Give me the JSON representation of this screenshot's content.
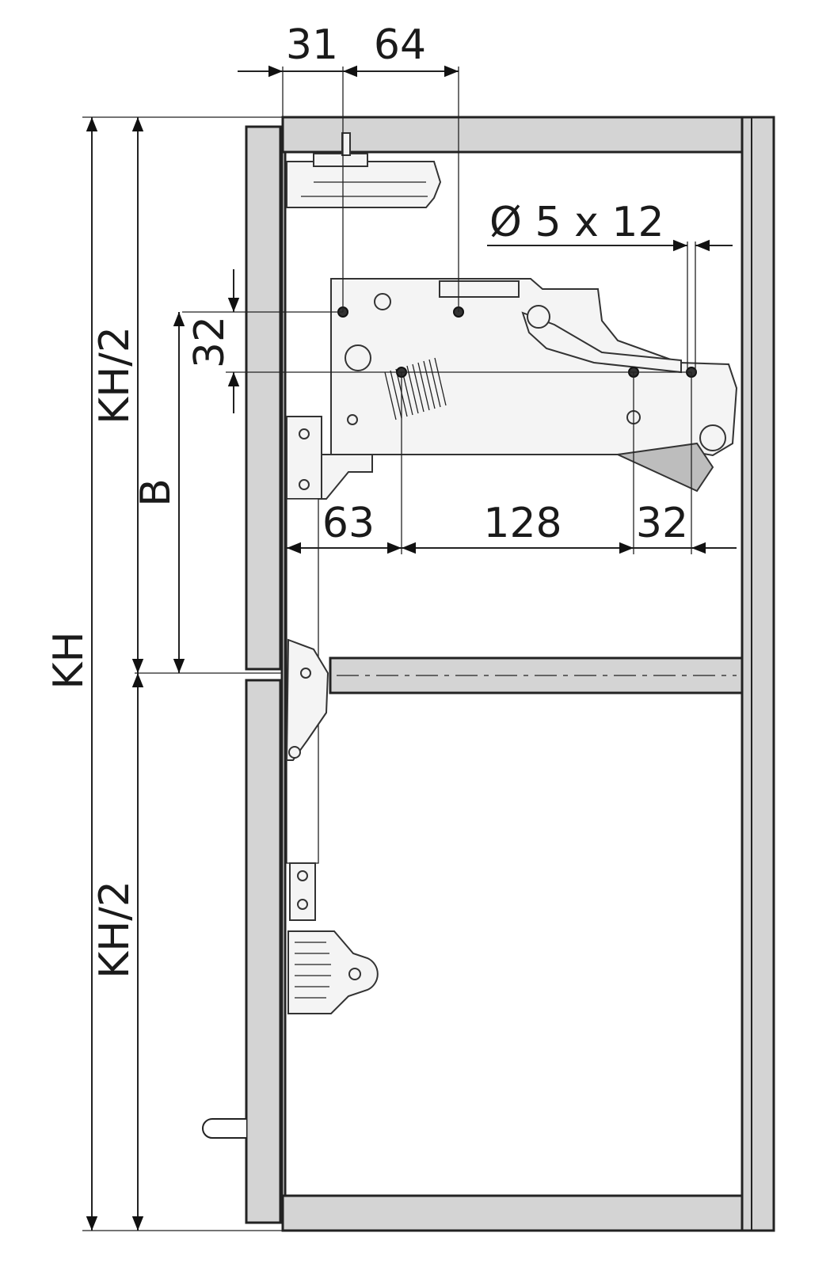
{
  "dimensions": {
    "top_31": "31",
    "top_64": "64",
    "hole_spec": "Ø 5 x 12",
    "vertical_32": "32",
    "bottom_63": "63",
    "bottom_128": "128",
    "bottom_32": "32",
    "kh": "KH",
    "kh_half_upper": "KH/2",
    "kh_half_lower": "KH/2",
    "b": "B"
  }
}
